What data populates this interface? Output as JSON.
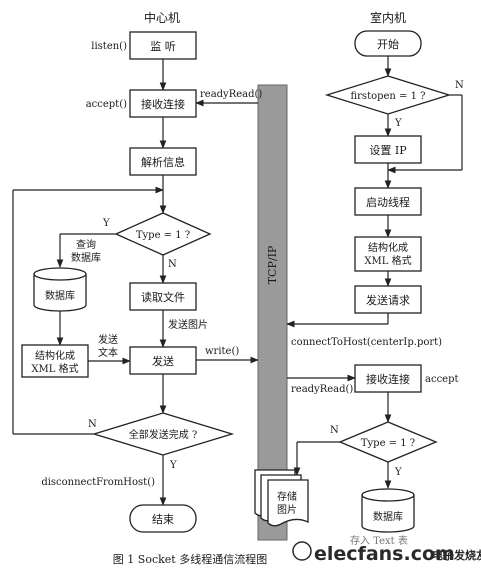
{
  "left_column": {
    "title": "中心机",
    "listen_call": "listen()",
    "listen_box": "监 听",
    "accept_call": "accept()",
    "accept_box": "接收连接",
    "parse_box": "解析信息",
    "decision1": "Type = 1 ?",
    "yes": "Y",
    "no": "N",
    "query_line1": "查询",
    "query_line2": "数据库",
    "database": "数据库",
    "read_file": "读取文件",
    "send_image": "发送图片",
    "struct_line1": "结构化成",
    "struct_line2": "XML 格式",
    "send_text_line1": "发送",
    "send_text_line2": "文本",
    "send_box": "发送",
    "decision2": "全部发送完成 ?",
    "disconnect_call": "disconnectFromHost()",
    "end_terminal": "结束"
  },
  "center": {
    "channel": "TCP/IP",
    "ready_read_top": "readyRead()",
    "write_call": "write()",
    "connect_call": "connectToHost(centerIp.port)",
    "ready_read_bottom": "readyRead()",
    "accept_label": "accept"
  },
  "right_column": {
    "title": "室内机",
    "start_terminal": "开始",
    "decision1": "firstopen = 1 ?",
    "yes": "Y",
    "no": "N",
    "set_ip": "设置 IP",
    "start_thread": "启动线程",
    "struct_line1": "结构化成",
    "struct_line2": "XML 格式",
    "send_request": "发送请求",
    "receive_connect": "接收连接",
    "decision2": "Type = 1 ?",
    "store_line1": "存储",
    "store_line2": "图片",
    "database": "数据库"
  },
  "caption": "图 1  Socket 多线程通信流程图",
  "watermark": {
    "domain": "elecfans.com",
    "cn": "电子发烧友",
    "partial": "存入 Text 表"
  }
}
